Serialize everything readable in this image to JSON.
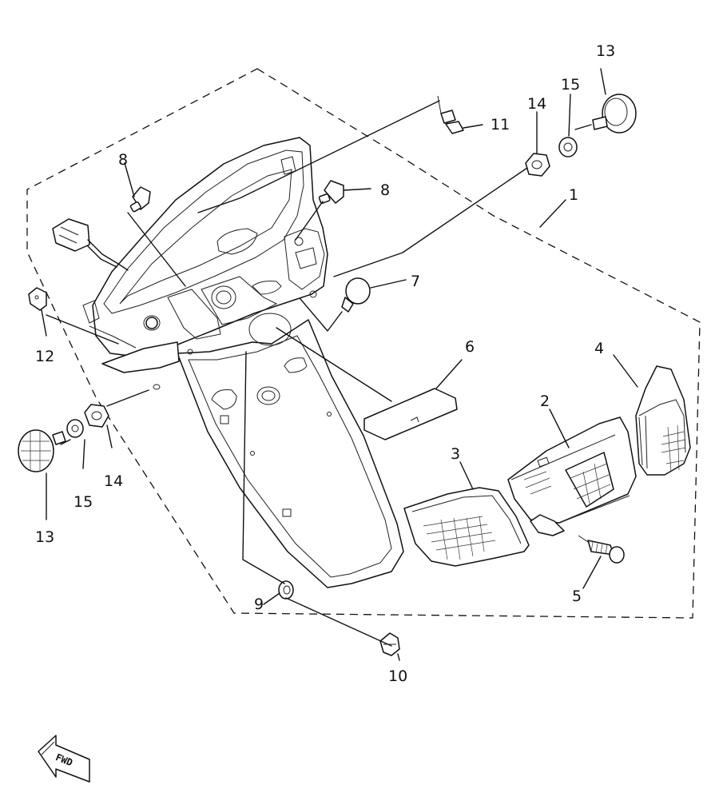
{
  "callouts": {
    "c1": "1",
    "c2": "2",
    "c3": "3",
    "c4": "4",
    "c5": "5",
    "c6": "6",
    "c7": "7",
    "c8a": "8",
    "c8b": "8",
    "c9": "9",
    "c10": "10",
    "c11": "11",
    "c12": "12",
    "c13a": "13",
    "c13b": "13",
    "c14a": "14",
    "c14b": "14",
    "c15a": "15",
    "c15b": "15"
  },
  "fwd_label": "FWD",
  "icons": {
    "direction": "forward-arrow-icon"
  },
  "colors": {
    "ink": "#111111",
    "paper": "#ffffff"
  }
}
